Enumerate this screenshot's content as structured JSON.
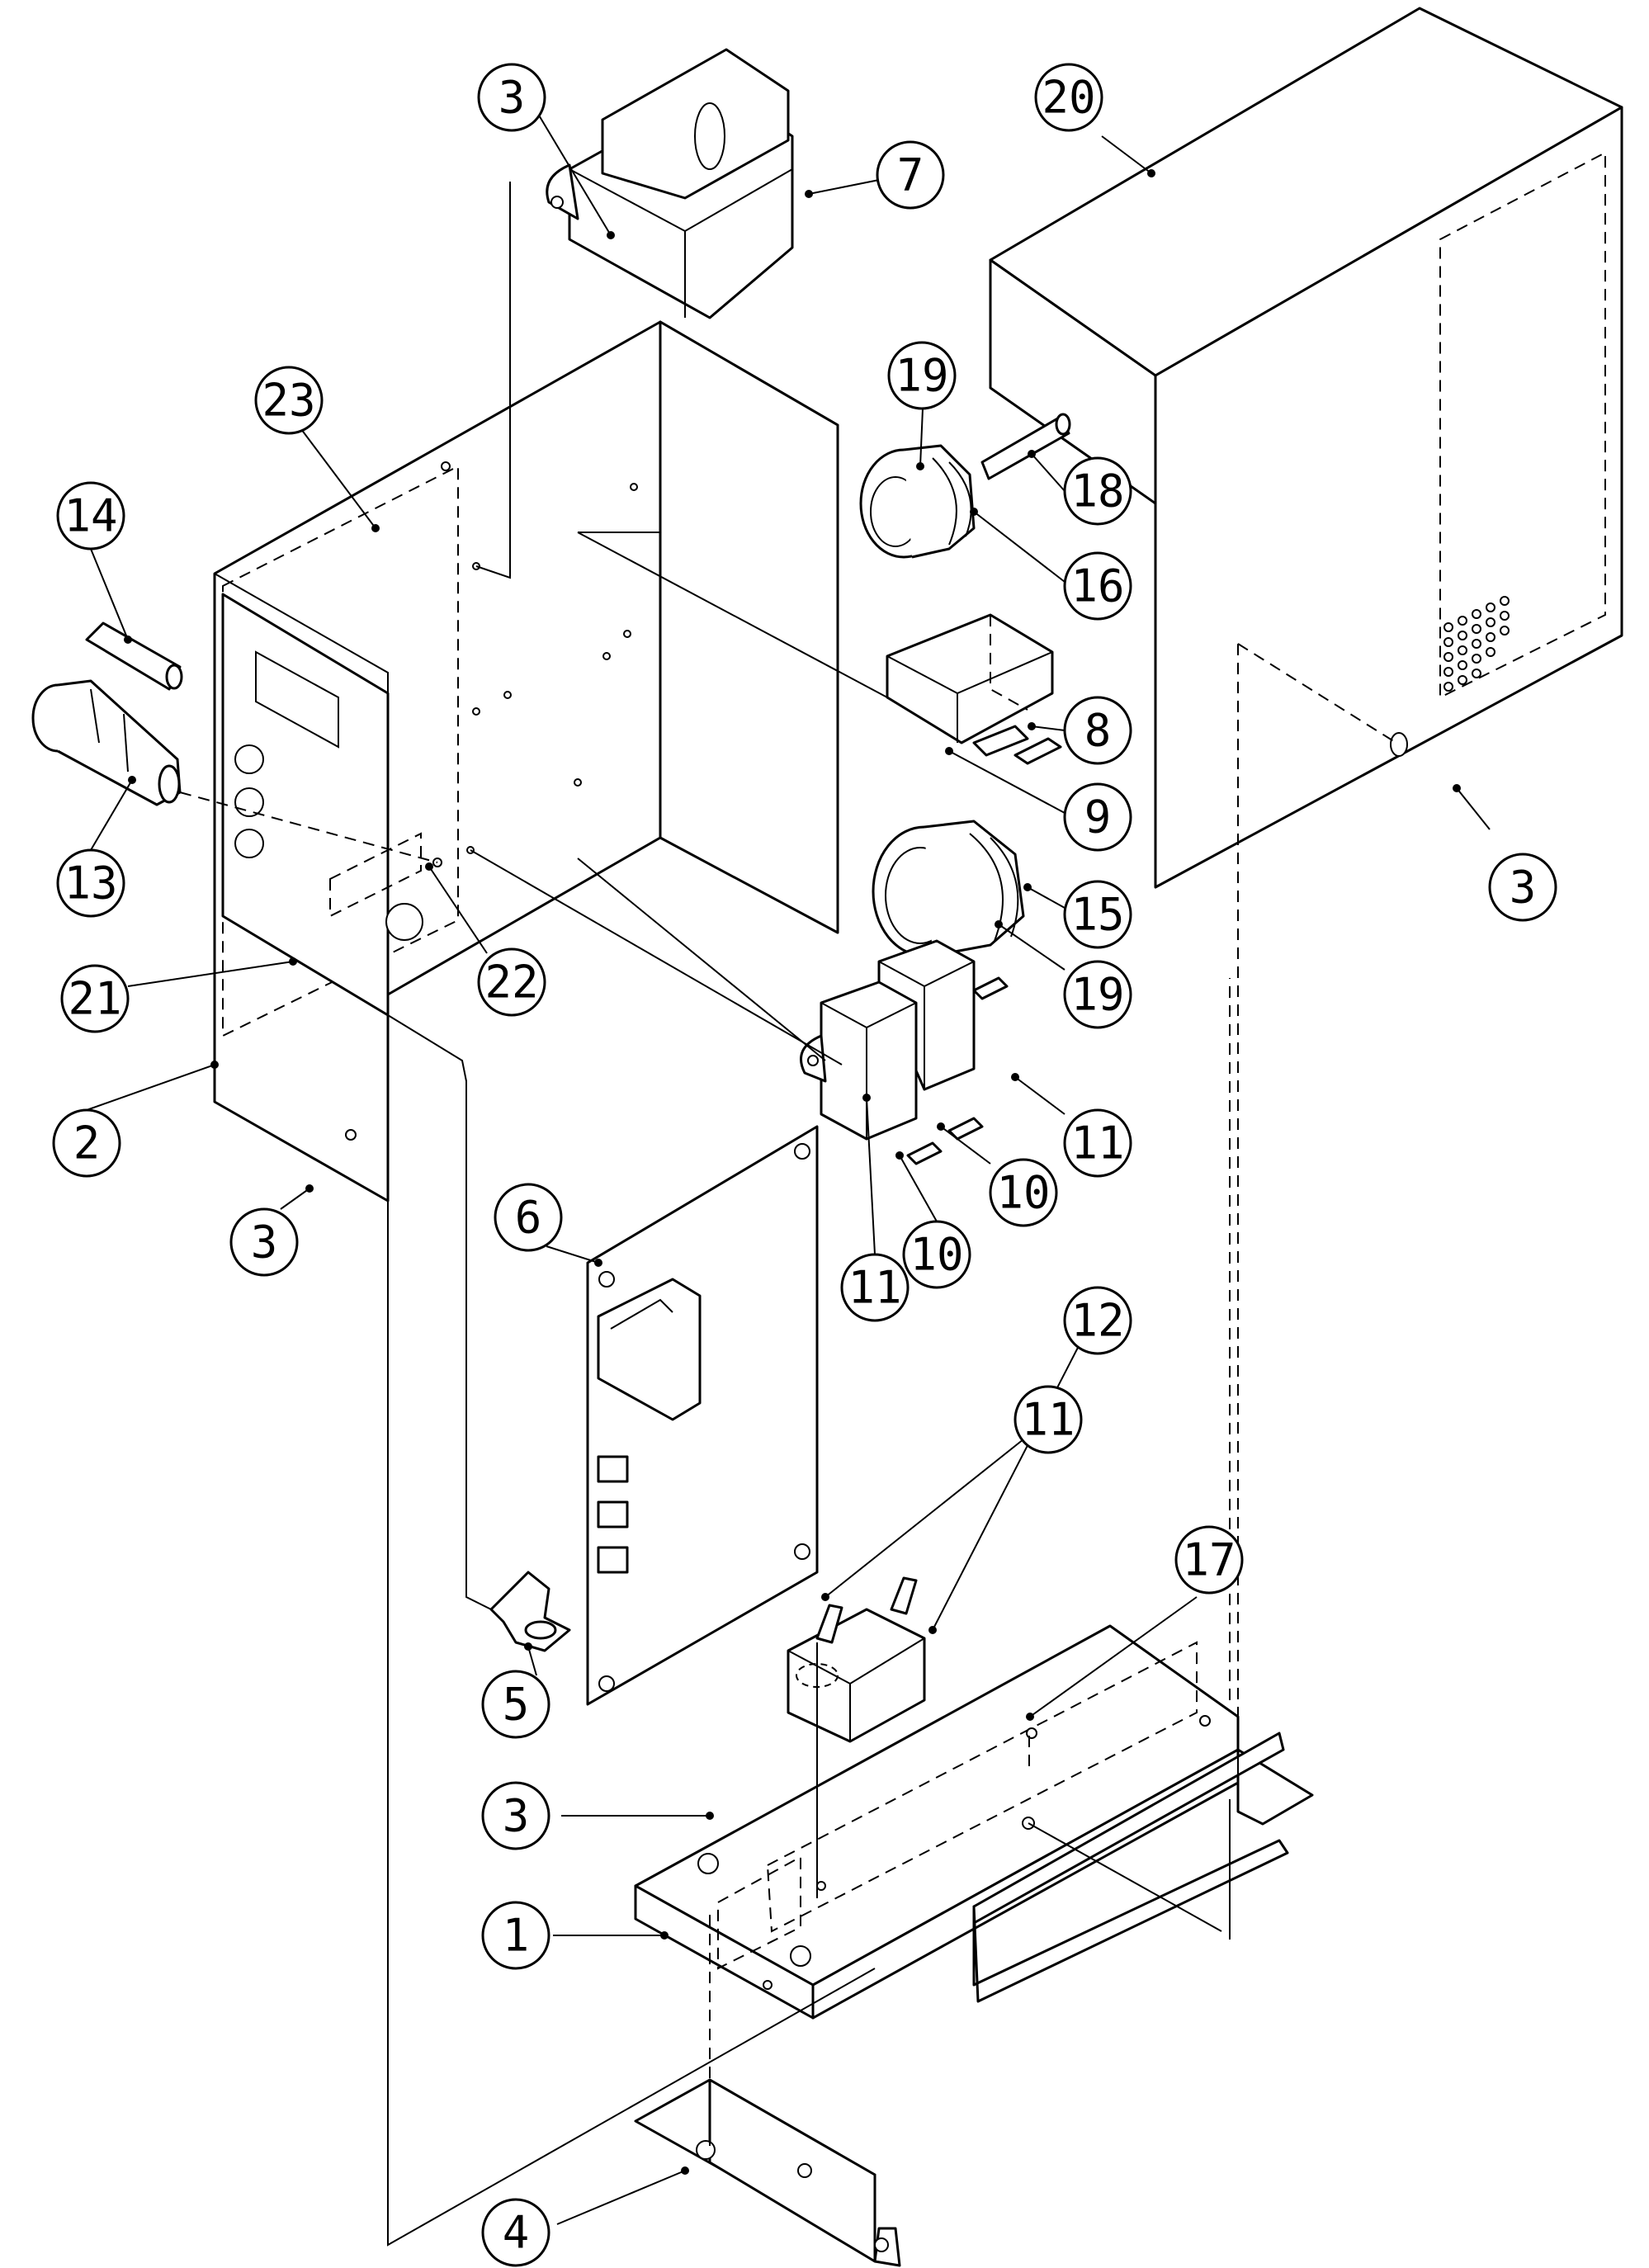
{
  "callouts": [
    {
      "id": "c3a",
      "label": "3"
    },
    {
      "id": "c7",
      "label": "7"
    },
    {
      "id": "c20",
      "label": "20"
    },
    {
      "id": "c23",
      "label": "23"
    },
    {
      "id": "c19a",
      "label": "19"
    },
    {
      "id": "c18",
      "label": "18"
    },
    {
      "id": "c16",
      "label": "16"
    },
    {
      "id": "c14",
      "label": "14"
    },
    {
      "id": "c8",
      "label": "8"
    },
    {
      "id": "c9",
      "label": "9"
    },
    {
      "id": "c13",
      "label": "13"
    },
    {
      "id": "c3b",
      "label": "3"
    },
    {
      "id": "c15",
      "label": "15"
    },
    {
      "id": "c19b",
      "label": "19"
    },
    {
      "id": "c21",
      "label": "21"
    },
    {
      "id": "c22",
      "label": "22"
    },
    {
      "id": "c11a",
      "label": "11"
    },
    {
      "id": "c2",
      "label": "2"
    },
    {
      "id": "c10a",
      "label": "10"
    },
    {
      "id": "c6",
      "label": "6"
    },
    {
      "id": "c3c",
      "label": "3"
    },
    {
      "id": "c10b",
      "label": "10"
    },
    {
      "id": "c11b",
      "label": "11"
    },
    {
      "id": "c11c",
      "label": "11"
    },
    {
      "id": "c12",
      "label": "12"
    },
    {
      "id": "c17",
      "label": "17"
    },
    {
      "id": "c5",
      "label": "5"
    },
    {
      "id": "c3d",
      "label": "3"
    },
    {
      "id": "c1",
      "label": "1"
    },
    {
      "id": "c4",
      "label": "4"
    }
  ]
}
